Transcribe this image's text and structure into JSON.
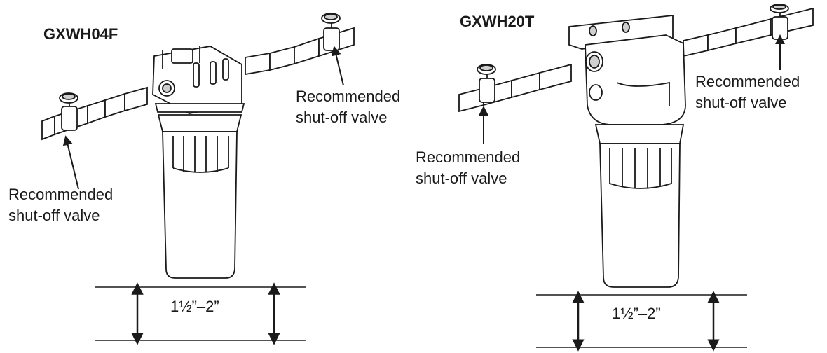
{
  "left": {
    "model": "GXWH04F",
    "inlet_valve": {
      "line1": "Recommended",
      "line2": "shut-off valve"
    },
    "outlet_valve": {
      "line1": "Recommended",
      "line2": "shut-off valve"
    },
    "clearance": "1½”–2”"
  },
  "right": {
    "model": "GXWH20T",
    "inlet_valve": {
      "line1": "Recommended",
      "line2": "shut-off valve"
    },
    "outlet_valve": {
      "line1": "Recommended",
      "line2": "shut-off valve"
    },
    "clearance": "1½”–2”"
  }
}
